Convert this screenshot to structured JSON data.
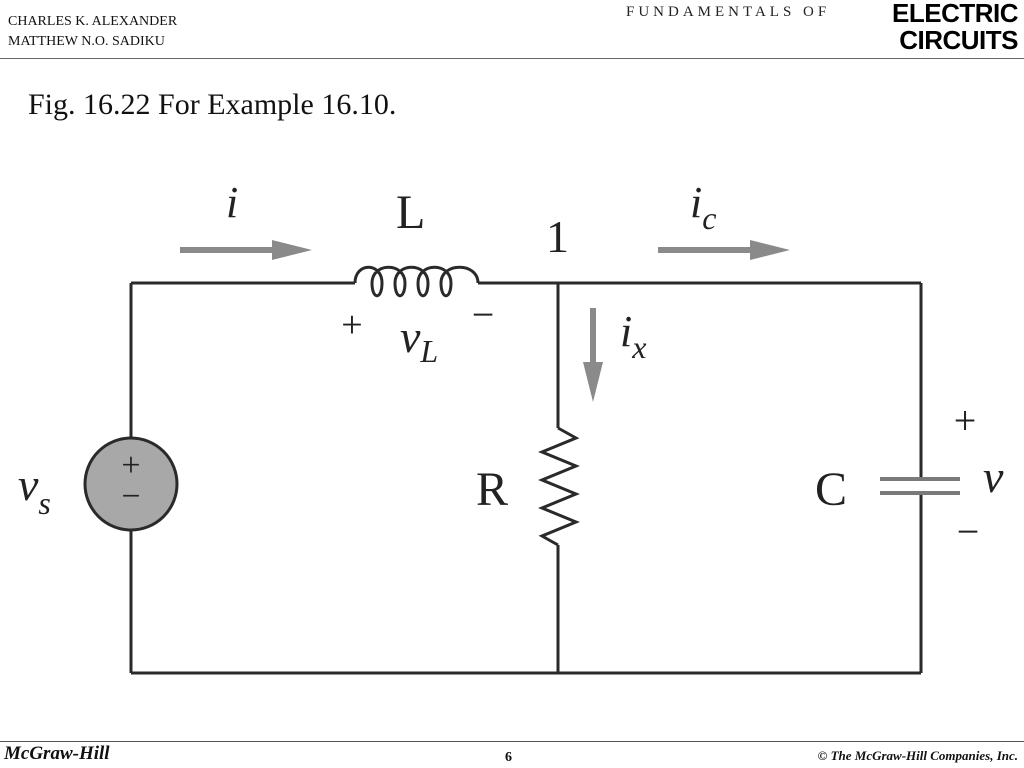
{
  "header": {
    "authors": [
      "CHARLES K. ALEXANDER",
      "MATTHEW N.O. SADIKU"
    ],
    "series": "FUNDAMENTALS OF",
    "book_title_line1": "ELECTRIC",
    "book_title_line2": "CIRCUITS"
  },
  "figure": {
    "title": "Fig. 16.22 For Example 16.10."
  },
  "circuit": {
    "current_i": "i",
    "inductor_label": "L",
    "node_label": "1",
    "current_ic_main": "i",
    "current_ic_sub": "c",
    "vl_plus": "+",
    "vl_main": "v",
    "vl_sub": "L",
    "vl_minus": "−",
    "ix_main": "i",
    "ix_sub": "x",
    "source_main": "v",
    "source_sub": "s",
    "source_plus": "+",
    "source_minus": "−",
    "resistor_label": "R",
    "capacitor_label": "C",
    "cap_plus": "+",
    "cap_voltage": "v",
    "cap_minus": "−"
  },
  "footer": {
    "publisher": "McGraw-Hill",
    "page_number": "6",
    "copyright": "© The McGraw-Hill Companies, Inc."
  },
  "colors": {
    "wire": "#2a2a2a",
    "arrow": "#8a8a8a",
    "source_fill": "#a8a8a8",
    "capacitor_plate": "#7a7a7a"
  }
}
